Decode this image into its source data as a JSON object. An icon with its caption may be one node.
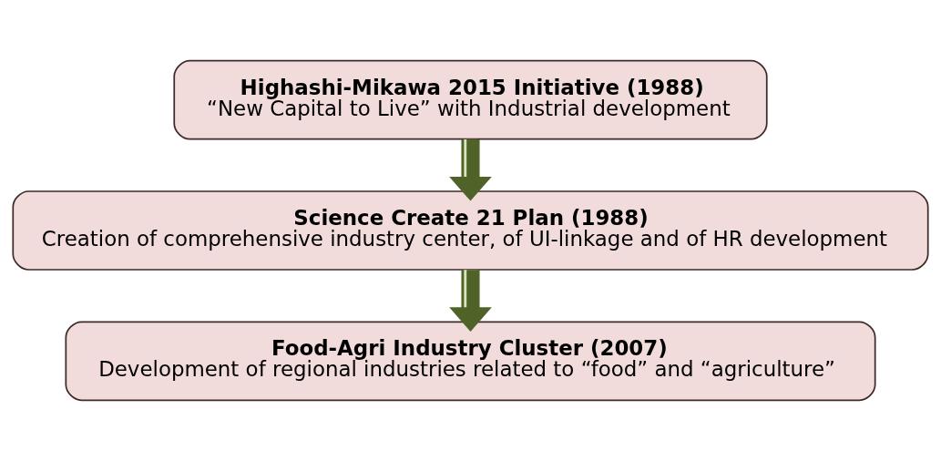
{
  "diagram": {
    "nodes": [
      {
        "text": [
          "Highashi-Mikawa 2015 Initiative (1988)",
          "“New Capital to Live” with Industrial development"
        ]
      },
      {
        "text": [
          "Science Create 21 Plan (1988)",
          "Creation of comprehensive industry center, of UI-linkage and of HR development"
        ]
      },
      {
        "text": [
          "Food-Agri Industry Cluster (2007)",
          "Development of regional industries related to “food” and “agriculture”"
        ]
      }
    ],
    "edges": [
      {
        "from": 0,
        "to": 1,
        "arrow": "to"
      },
      {
        "from": 1,
        "to": 2,
        "arrow": "to"
      }
    ]
  }
}
